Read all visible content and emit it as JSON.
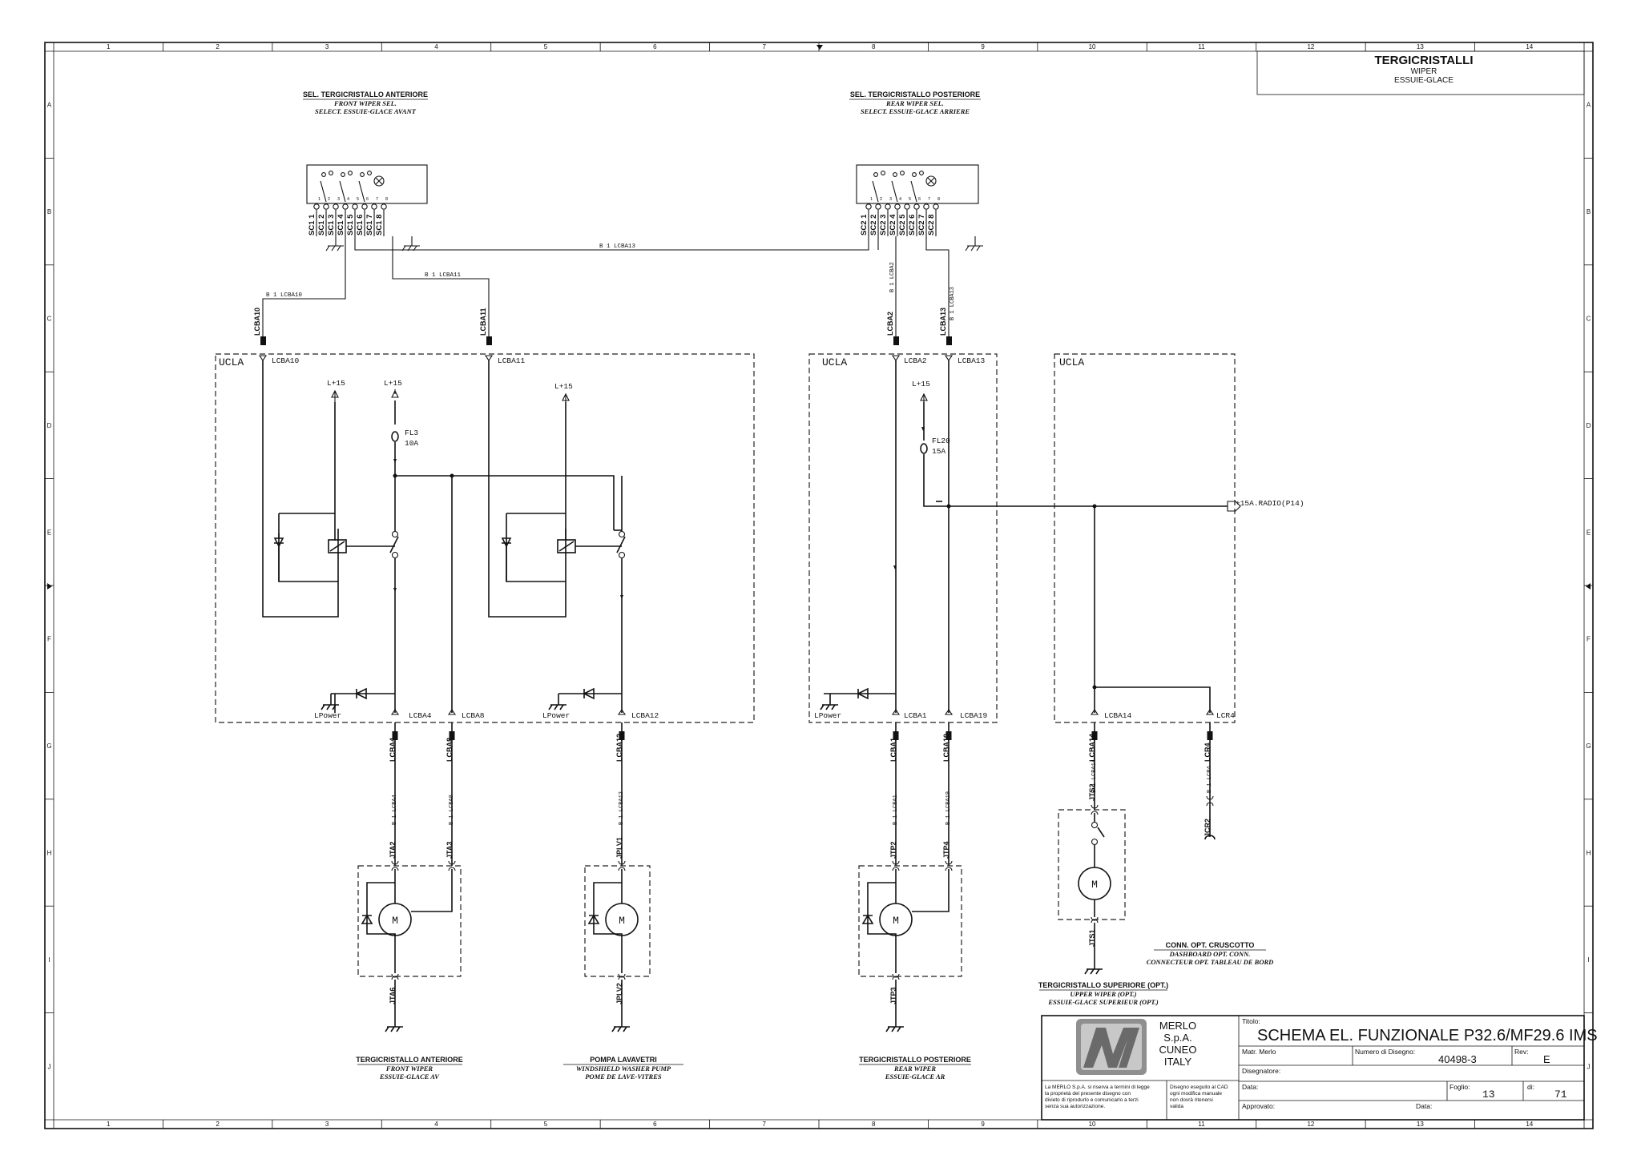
{
  "sheet": {
    "columns": [
      "1",
      "2",
      "3",
      "4",
      "5",
      "6",
      "7",
      "8",
      "9",
      "10",
      "11",
      "12",
      "13",
      "14"
    ],
    "rows": [
      "A",
      "B",
      "C",
      "D",
      "E",
      "F",
      "G",
      "H",
      "I",
      "J"
    ]
  },
  "header": {
    "title": "TERGICRISTALLI",
    "subtitle_en": "WIPER",
    "subtitle_fr": "ESSUIE-GLACE"
  },
  "front_selector": {
    "title_it": "SEL. TERGICRISTALLO ANTERIORE",
    "title_en": "FRONT WIPER SEL.",
    "title_fr": "SELECT. ESSUIE-GLACE AVANT",
    "pins": [
      "SC1 1",
      "SC1 2",
      "SC1 3",
      "SC1 4",
      "SC1 5",
      "SC1 6",
      "SC1 7",
      "SC1 8"
    ],
    "pin_nums": [
      "1",
      "2",
      "3",
      "4",
      "5",
      "6",
      "7",
      "8"
    ]
  },
  "rear_selector": {
    "title_it": "SEL. TERGICRISTALLO POSTERIORE",
    "title_en": "REAR WIPER SEL.",
    "title_fr": "SELECT. ESSUIE-GLACE ARRIERE",
    "pins": [
      "SC2 1",
      "SC2 2",
      "SC2 3",
      "SC2 4",
      "SC2 5",
      "SC2 6",
      "SC2 7",
      "SC2 8"
    ],
    "pin_nums": [
      "1",
      "2",
      "3",
      "4",
      "5",
      "6",
      "7",
      "8"
    ]
  },
  "wires": {
    "lcba13_top": "B 1 LCBA13",
    "lcba11_top": "B 1 LCBA11",
    "lcba10_top": "B 1 LCBA10",
    "lcba2_vert": "B 1 LCBA2",
    "lcba13_vert": "B 1 LCBA13",
    "lcba4": "B 1 LCBA4",
    "lcba8": "B 1 LCBA8",
    "lcba12": "B 1 LCBA12",
    "lcba1": "B 1 LCBA1",
    "lcba19": "B 1 LCBA19",
    "lcba14": "B 1 LCBA14",
    "lcr4": "B 1 LCR4"
  },
  "connectors": {
    "lcba10": "LCBA10",
    "lcba11": "LCBA11",
    "lcba2": "LCBA2",
    "lcba13": "LCBA13",
    "lcba4": "LCBA4",
    "lcba8": "LCBA8",
    "lcba12": "LCBA12",
    "lcba1": "LCBA1",
    "lcba19": "LCBA19",
    "lcba14": "LCBA14",
    "lcr4": "LCR4",
    "jta2": "JTA2",
    "jta3": "JTA3",
    "jta6": "JTA6",
    "jplv1": "JPLV1",
    "jplv2": "JPLV2",
    "jtp2": "JTP2",
    "jtp4": "JTP4",
    "jtp3": "JTP3",
    "jts2": "JTS2",
    "jts1": "JTS1",
    "jcr2": "JCR2"
  },
  "ucla1": {
    "name": "UCLA",
    "pin_lcba10": "LCBA10",
    "pin_lcba11": "LCBA11",
    "l15_a": "L+15",
    "l15_b": "L+15",
    "l15_c": "L+15",
    "fuse_name": "FL3",
    "fuse_rating": "10A",
    "lpower_a": "LPower",
    "lpower_b": "LPower",
    "pin_lcba4": "LCBA4",
    "pin_lcba8": "LCBA8",
    "pin_lcba12": "LCBA12"
  },
  "ucla2": {
    "name": "UCLA",
    "pin_lcba2": "LCBA2",
    "pin_lcba13": "LCBA13",
    "l15": "L+15",
    "fuse_name": "FL20",
    "fuse_rating": "15A",
    "lpower": "LPower",
    "pin_lcba1": "LCBA1",
    "pin_lcba19": "LCBA19"
  },
  "ucla3": {
    "name": "UCLA",
    "radio": "+15A.RADIO(P14)",
    "pin_lcba14": "LCBA14",
    "pin_lcr4": "LCR4"
  },
  "motor_label": "M",
  "devices": {
    "front_wiper_it": "TERGICRISTALLO ANTERIORE",
    "front_wiper_en": "FRONT WIPER",
    "front_wiper_fr": "ESSUIE-GLACE AV",
    "pump_it": "POMPA LAVAVETRI",
    "pump_en": "WINDSHIELD WASHER PUMP",
    "pump_fr": "POME DE LAVE-VITRES",
    "rear_wiper_it": "TERGICRISTALLO POSTERIORE",
    "rear_wiper_en": "REAR WIPER",
    "rear_wiper_fr": "ESSUIE-GLACE AR",
    "upper_wiper_it": "TERGICRISTALLO SUPERIORE (OPT.)",
    "upper_wiper_en": "UPPER WIPER (OPT.)",
    "upper_wiper_fr": "ESSUIE-GLACE SUPERIEUR (OPT.)",
    "dash_conn_it": "CONN. OPT. CRUSCOTTO",
    "dash_conn_en": "DASHBOARD OPT. CONN.",
    "dash_conn_fr": "CONNECTEUR OPT. TABLEAU DE BORD"
  },
  "title_block": {
    "company": [
      "MERLO",
      "S.p.A.",
      "CUNEO",
      "ITALY"
    ],
    "titolo_label": "Titolo:",
    "titolo": "SCHEMA EL. FUNZIONALE P32.6/MF29.6 IMS",
    "matr_label": "Matr. Merlo",
    "numero_label": "Numero di Disegno:",
    "numero": "40498-3",
    "rev_label": "Rev:",
    "rev": "E",
    "disegnatore_label": "Disegnatore:",
    "data_label": "Data:",
    "foglio_label": "Foglio:",
    "foglio": "13",
    "di_label": "di:",
    "di": "71",
    "approvato_label": "Approvato:",
    "data2_label": "Data:",
    "legal": [
      "La MERLO S.p.A. si riserva a termini di legge",
      "la proprietà del presente disegno con",
      "divieto di riprodurlo e comunicarlo a terzi",
      "senza sua autorizzazione."
    ],
    "cad": [
      "Disegno eseguito al CAD",
      "ogni modifica manuale",
      "non dovrà ritenersi",
      "valida"
    ]
  }
}
